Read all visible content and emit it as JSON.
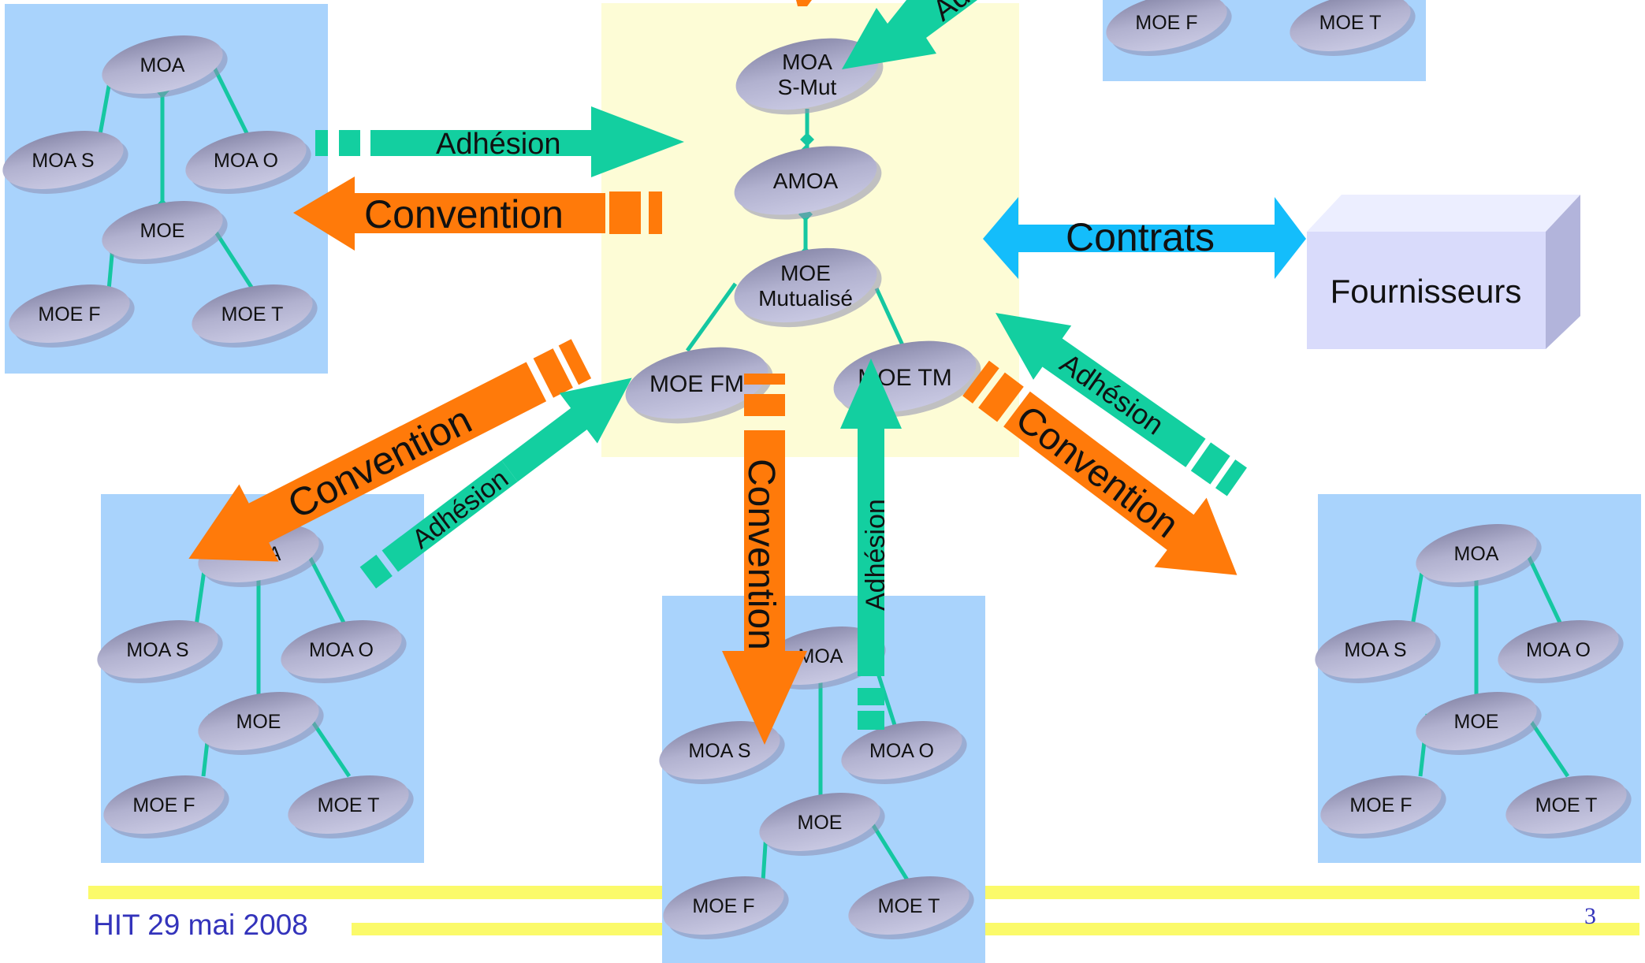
{
  "colors": {
    "group_bg": "#a9d3fc",
    "center_bg": "#fdfcd6",
    "node_fill": "#aaaacb",
    "connector": "#15c7a1",
    "adhesion_arrow": "#13cfa0",
    "convention_arrow": "#ff7a0a",
    "contrats_arrow": "#14bdfb",
    "footer_band": "#fbfa6a",
    "supplier_front": "#d9dbfb",
    "footer_text": "#3333bb"
  },
  "center": {
    "moa_smut": [
      "MOA",
      "S-Mut"
    ],
    "amoa": "AMOA",
    "moe_mut": [
      "MOE",
      "Mutualisé"
    ],
    "moe_fm": "MOE FM",
    "moe_tm": "MOE TM"
  },
  "groups": {
    "top_left": {
      "moa": "MOA",
      "moa_s": "MOA S",
      "moa_o": "MOA O",
      "moe": "MOE",
      "moe_f": "MOE F",
      "moe_t": "MOE T"
    },
    "top_right": {
      "moe_f": "MOE F",
      "moe_t": "MOE T"
    },
    "bottom_left": {
      "moa": "MOA",
      "moa_s": "MOA S",
      "moa_o": "MOA O",
      "moe": "MOE",
      "moe_f": "MOE F",
      "moe_t": "MOE T"
    },
    "bottom_center": {
      "moa": "MOA",
      "moa_s": "MOA S",
      "moa_o": "MOA O",
      "moe": "MOE",
      "moe_f": "MOE F",
      "moe_t": "MOE T"
    },
    "bottom_right": {
      "moa": "MOA",
      "moa_s": "MOA S",
      "moa_o": "MOA O",
      "moe": "MOE",
      "moe_f": "MOE F",
      "moe_t": "MOE T"
    }
  },
  "arrows": {
    "adhesion": "Adhésion",
    "convention": "Convention",
    "contrats": "Contrats",
    "top_partial": "Adh"
  },
  "supplier": "Fournisseurs",
  "footer": {
    "date": "HIT 29 mai 2008",
    "page": "3"
  }
}
